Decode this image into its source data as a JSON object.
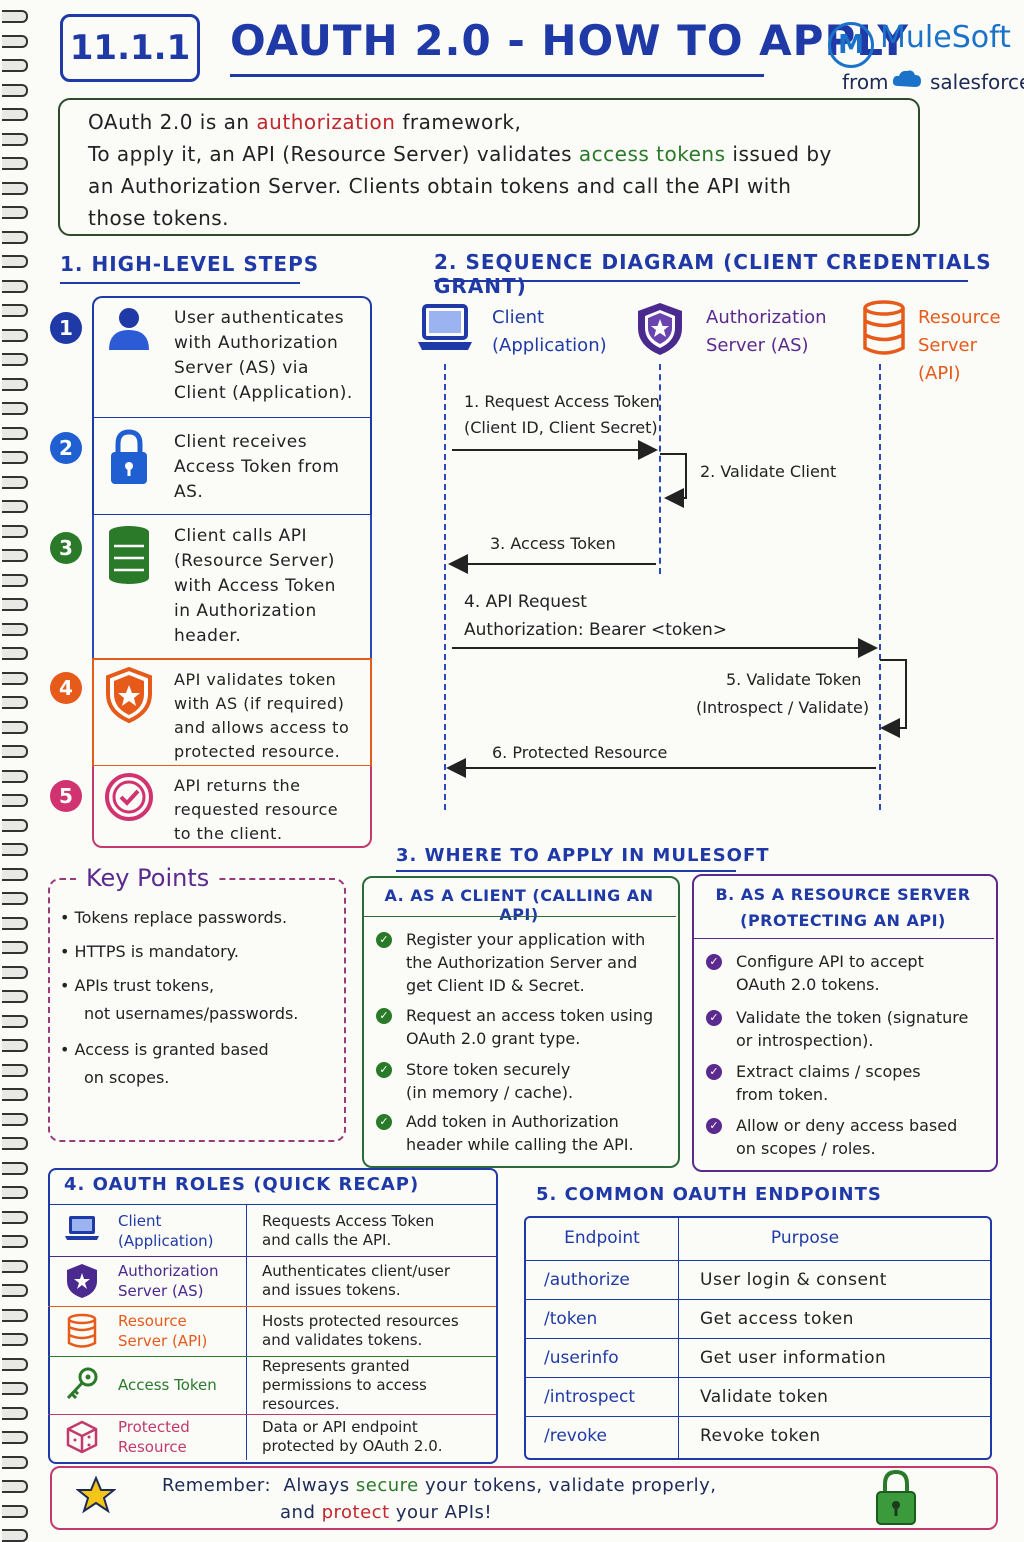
{
  "header": {
    "section_number": "11.1.1",
    "title": "OAUTH 2.0 - HOW TO APPLY",
    "logo_mark": "M",
    "logo_name": "MuleSoft",
    "logo_from": "from",
    "logo_brand": "salesforce"
  },
  "intro": {
    "l1a": "OAuth 2.0 is an",
    "l1b": "authorization",
    "l1c": "framework,",
    "l2a": "To apply it, an API (Resource Server) validates",
    "l2b": "access tokens",
    "l2c": "issued by",
    "l3": "an Authorization Server. Clients obtain tokens and call the API with",
    "l4": "those tokens."
  },
  "steps": {
    "heading": "1. HIGH-LEVEL STEPS",
    "items": [
      {
        "num": "1",
        "text": "User authenticates with Authorization Server (AS) via Client (Application).",
        "icon": "user-icon",
        "color": "#1f3aa6"
      },
      {
        "num": "2",
        "text": "Client receives Access Token from AS.",
        "icon": "lock-icon",
        "color": "#1f5fd1"
      },
      {
        "num": "3",
        "text": "Client calls API (Resource Server) with Access Token in Authorization header.",
        "icon": "database-icon",
        "color": "#2a7a2a"
      },
      {
        "num": "4",
        "text": "API validates token with AS (if required) and allows access to protected resource.",
        "icon": "shield-icon",
        "color": "#e65a1a"
      },
      {
        "num": "5",
        "text": "API returns the requested resource to the client.",
        "icon": "check-circle-icon",
        "color": "#d0336f"
      }
    ]
  },
  "sequence": {
    "heading": "2. SEQUENCE DIAGRAM (CLIENT CREDENTIALS GRANT)",
    "actors": [
      {
        "l1": "Client",
        "l2": "(Application)",
        "color": "#1f3aa6"
      },
      {
        "l1": "Authorization",
        "l2": "Server (AS)",
        "color": "#4a2a8e"
      },
      {
        "l1": "Resource",
        "l2": "Server (API)",
        "color": "#e65a1a"
      }
    ],
    "messages": {
      "m1a": "1. Request Access Token",
      "m1b": "(Client ID, Client Secret)",
      "m2": "2. Validate Client",
      "m3": "3. Access Token",
      "m4a": "4. API Request",
      "m4b": "Authorization: Bearer <token>",
      "m5a": "5. Validate Token",
      "m5b": "(Introspect / Validate)",
      "m6": "6. Protected Resource"
    }
  },
  "key_points": {
    "heading": "Key Points",
    "items": [
      "Tokens replace passwords.",
      "HTTPS is mandatory.",
      "APIs trust tokens,",
      "not usernames/passwords.",
      "Access is granted based",
      "on scopes."
    ]
  },
  "mulesoft": {
    "heading": "3. WHERE TO APPLY IN MULESOFT",
    "client": {
      "heading": "A. AS A CLIENT (CALLING AN API)",
      "items": [
        [
          "Register your application with",
          "the Authorization Server and",
          "get Client ID & Secret."
        ],
        [
          "Request an access token using",
          "OAuth 2.0 grant type."
        ],
        [
          "Store token securely",
          "(in memory / cache)."
        ],
        [
          "Add token in Authorization",
          "header while calling the API."
        ]
      ]
    },
    "server": {
      "heading1": "B. AS A RESOURCE SERVER",
      "heading2": "(PROTECTING AN API)",
      "items": [
        [
          "Configure API to accept",
          "OAuth 2.0 tokens."
        ],
        [
          "Validate the token (signature",
          "or introspection)."
        ],
        [
          "Extract claims / scopes",
          "from token."
        ],
        [
          "Allow or deny access based",
          "on scopes / roles."
        ]
      ]
    }
  },
  "roles": {
    "heading": "4. OAUTH ROLES (QUICK RECAP)",
    "rows": [
      {
        "role1": "Client",
        "role2": "(Application)",
        "desc": [
          "Requests Access Token",
          "and calls the API."
        ],
        "color": "#1f3aa6",
        "icon": "laptop-icon"
      },
      {
        "role1": "Authorization",
        "role2": "Server (AS)",
        "desc": [
          "Authenticates client/user",
          "and issues tokens."
        ],
        "color": "#4a2a8e",
        "icon": "shield-icon"
      },
      {
        "role1": "Resource",
        "role2": "Server (API)",
        "desc": [
          "Hosts protected resources",
          "and validates tokens."
        ],
        "color": "#e65a1a",
        "icon": "database-icon"
      },
      {
        "role1": "Access Token",
        "role2": "",
        "desc": [
          "Represents granted",
          "permissions to access",
          "resources."
        ],
        "color": "#2a7a2a",
        "icon": "key-icon"
      },
      {
        "role1": "Protected",
        "role2": "Resource",
        "desc": [
          "Data or API endpoint",
          "protected by OAuth 2.0."
        ],
        "color": "#c23a6d",
        "icon": "cube-icon"
      }
    ]
  },
  "endpoints": {
    "heading": "5. COMMON OAUTH ENDPOINTS",
    "col1": "Endpoint",
    "col2": "Purpose",
    "rows": [
      {
        "ep": "/authorize",
        "purpose": "User login & consent"
      },
      {
        "ep": "/token",
        "purpose": "Get access token"
      },
      {
        "ep": "/userinfo",
        "purpose": "Get user information"
      },
      {
        "ep": "/introspect",
        "purpose": "Validate token"
      },
      {
        "ep": "/revoke",
        "purpose": "Revoke token"
      }
    ]
  },
  "remember": {
    "label": "Remember:",
    "a": "Always",
    "b": "secure",
    "c": "your tokens, validate properly,",
    "d": "and",
    "e": "protect",
    "f": "your APIs!"
  }
}
